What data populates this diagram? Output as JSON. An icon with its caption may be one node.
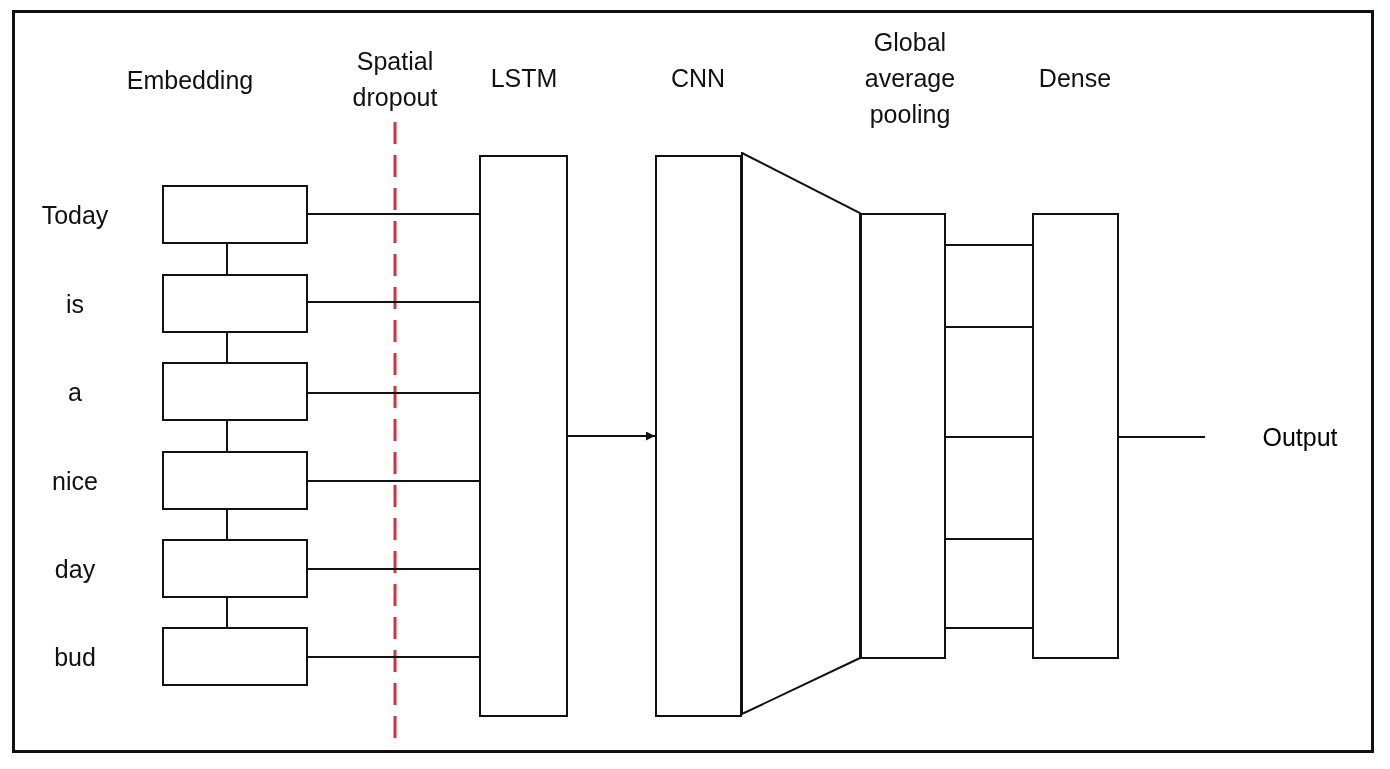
{
  "diagram": {
    "nodes": [
      {
        "text": [],
        "shape": "box",
        "beside": [
          "Today"
        ]
      },
      {
        "text": [],
        "shape": "box",
        "beside": [
          "is"
        ]
      },
      {
        "text": [],
        "shape": "box",
        "beside": [
          "a"
        ]
      },
      {
        "text": [],
        "shape": "box",
        "beside": [
          "nice"
        ]
      },
      {
        "text": [],
        "shape": "box",
        "beside": [
          "day"
        ]
      },
      {
        "text": [],
        "shape": "box",
        "beside": [
          "bud"
        ]
      },
      {
        "text": [],
        "shape": "box"
      },
      {
        "text": [],
        "shape": "box"
      },
      {
        "text": [],
        "shape": "trapezoid"
      },
      {
        "text": [],
        "shape": "box"
      },
      {
        "text": [],
        "shape": "box"
      },
      {
        "text": [
          "Output"
        ]
      }
    ],
    "edges": [
      {
        "from": 0,
        "to": 1,
        "arrow": "none"
      },
      {
        "from": 1,
        "to": 2,
        "arrow": "none"
      },
      {
        "from": 2,
        "to": 3,
        "arrow": "none"
      },
      {
        "from": 3,
        "to": 4,
        "arrow": "none"
      },
      {
        "from": 4,
        "to": 5,
        "arrow": "none"
      },
      {
        "from": 0,
        "to": 6,
        "arrow": "none"
      },
      {
        "from": 1,
        "to": 6,
        "arrow": "none"
      },
      {
        "from": 2,
        "to": 6,
        "arrow": "none"
      },
      {
        "from": 3,
        "to": 6,
        "arrow": "none"
      },
      {
        "from": 4,
        "to": 6,
        "arrow": "none"
      },
      {
        "from": 5,
        "to": 6,
        "arrow": "none"
      },
      {
        "from": 6,
        "to": 7,
        "arrow": "to"
      },
      {
        "from": 9,
        "to": 10,
        "arrow": "none"
      },
      {
        "from": 9,
        "to": 10,
        "arrow": "none"
      },
      {
        "from": 9,
        "to": 10,
        "arrow": "none"
      },
      {
        "from": 9,
        "to": 10,
        "arrow": "none"
      },
      {
        "from": 9,
        "to": 10,
        "arrow": "none"
      },
      {
        "from": 10,
        "to": 11,
        "arrow": "none"
      }
    ],
    "labels": [
      "Embedding",
      "Spatial dropout",
      "LSTM",
      "CNN",
      "Global average pooling",
      "Dense"
    ]
  }
}
